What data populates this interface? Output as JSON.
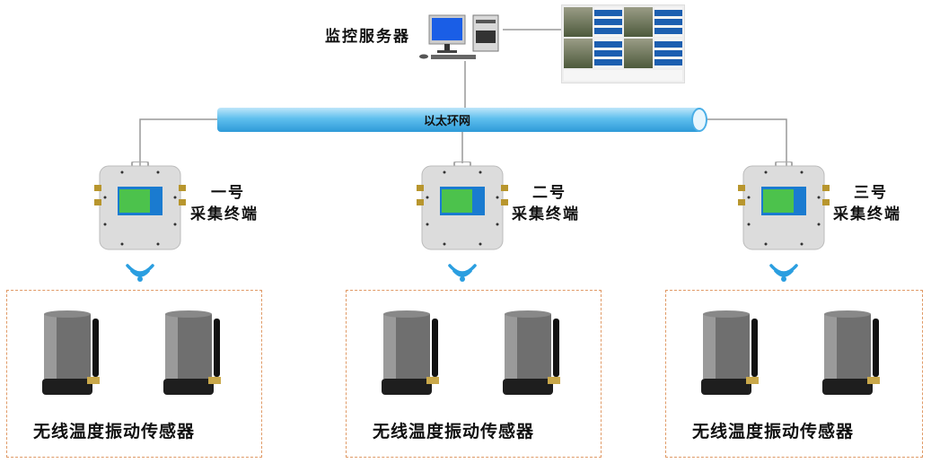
{
  "server": {
    "label": "监控服务器"
  },
  "network": {
    "label": "以太环网"
  },
  "terminals": [
    {
      "num": "一号",
      "name": "采集终端"
    },
    {
      "num": "二号",
      "name": "采集终端"
    },
    {
      "num": "三号",
      "name": "采集终端"
    }
  ],
  "sensor_groups": [
    {
      "label": "无线温度振动传感器"
    },
    {
      "label": "无线温度振动传感器"
    },
    {
      "label": "无线温度振动传感器"
    }
  ],
  "colors": {
    "pipe": "#5fbfee",
    "zone_border": "#e09a66",
    "wifi": "#2a9ee0"
  }
}
